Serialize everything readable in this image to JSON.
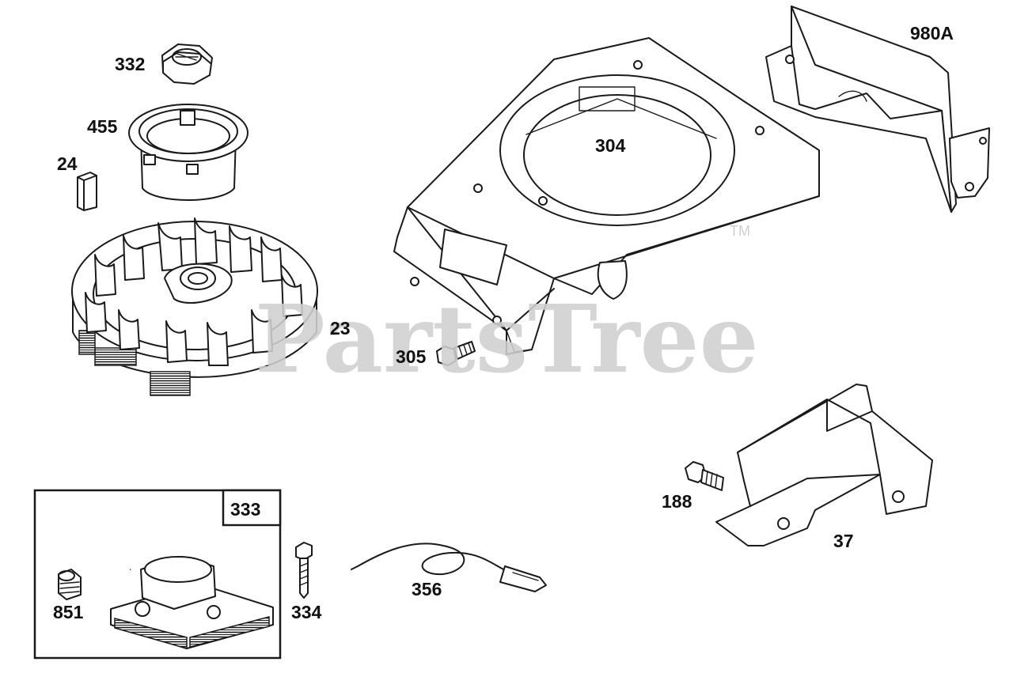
{
  "watermark": {
    "text": "PartsTree",
    "trademark": "TM",
    "color": "#cfcfcf"
  },
  "parts": [
    {
      "id": "332"
    },
    {
      "id": "455"
    },
    {
      "id": "24"
    },
    {
      "id": "23"
    },
    {
      "id": "304"
    },
    {
      "id": "305"
    },
    {
      "id": "980A"
    },
    {
      "id": "188"
    },
    {
      "id": "37"
    },
    {
      "id": "333"
    },
    {
      "id": "851"
    },
    {
      "id": "334"
    },
    {
      "id": "356"
    }
  ]
}
